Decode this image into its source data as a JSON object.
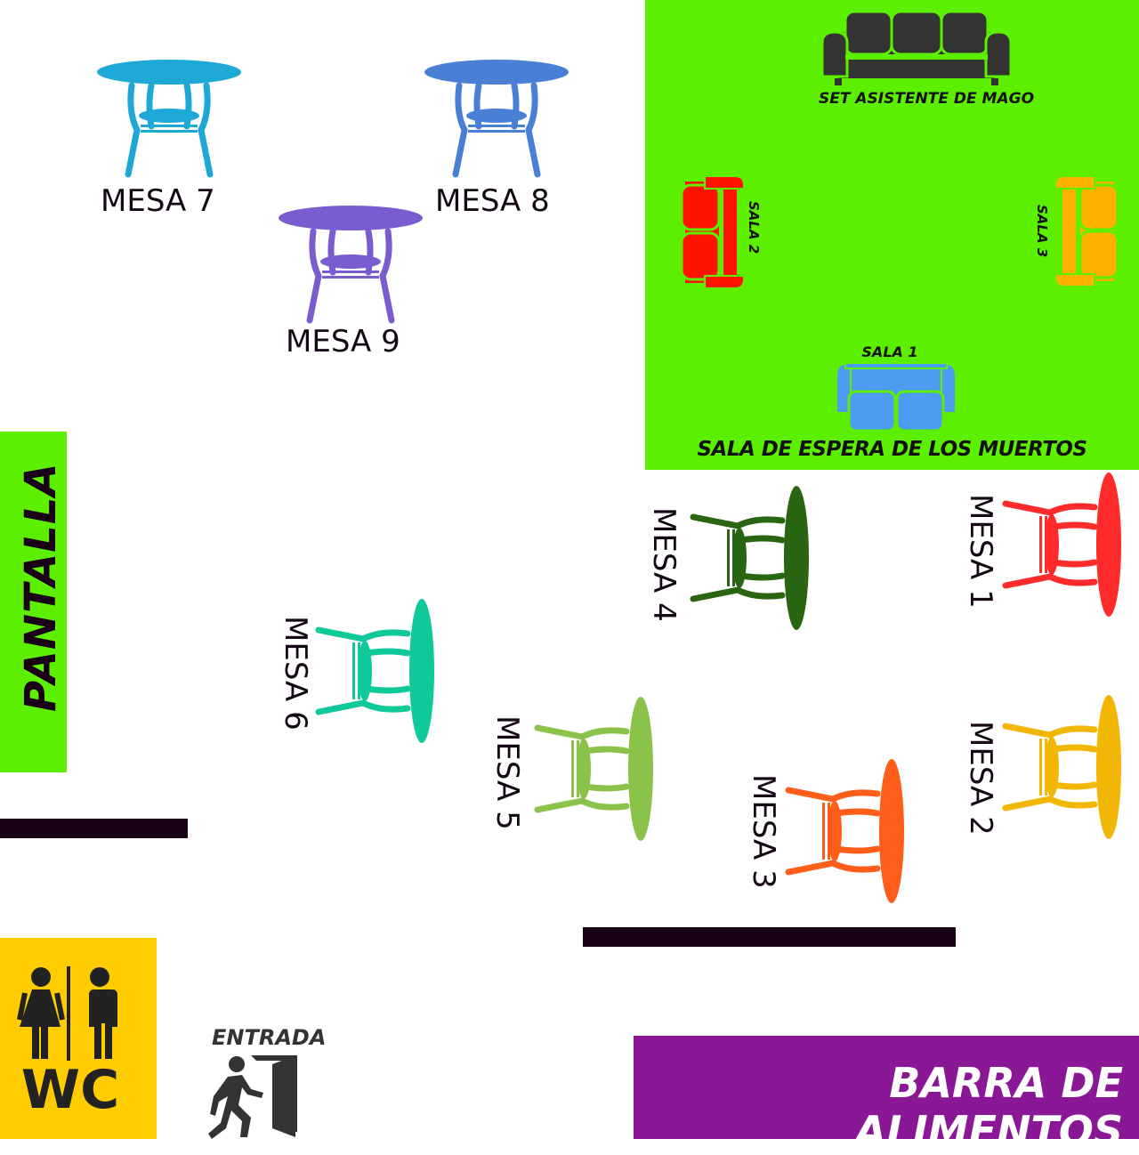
{
  "zones": {
    "waiting_room": {
      "label": "SALA DE ESPERA DE LOS MUERTOS",
      "color": "#5cf000"
    },
    "screen": {
      "label": "PANTALLA",
      "color": "#5cf000"
    },
    "restroom": {
      "label": "WC",
      "color": "#ffcc00"
    },
    "entrance": {
      "label": "ENTRADA"
    },
    "food_bar": {
      "label": "BARRA DE ALIMENTOS",
      "color": "#8a1896"
    }
  },
  "sofas": {
    "magician": {
      "label": "SET ASISTENTE DE MAGO",
      "color": "#333333"
    },
    "sala1": {
      "label": "SALA 1",
      "color": "#4d9cf2"
    },
    "sala2": {
      "label": "SALA 2",
      "color": "#ff1200"
    },
    "sala3": {
      "label": "SALA 3",
      "color": "#ffb300"
    }
  },
  "tables": [
    {
      "id": "mesa-1",
      "label": "MESA 1",
      "color": "#ff2b2b"
    },
    {
      "id": "mesa-2",
      "label": "MESA 2",
      "color": "#f2b705"
    },
    {
      "id": "mesa-3",
      "label": "MESA 3",
      "color": "#ff5e1a"
    },
    {
      "id": "mesa-4",
      "label": "MESA 4",
      "color": "#2a6612"
    },
    {
      "id": "mesa-5",
      "label": "MESA 5",
      "color": "#8bc34a"
    },
    {
      "id": "mesa-6",
      "label": "MESA 6",
      "color": "#10c99a"
    },
    {
      "id": "mesa-7",
      "label": "MESA 7",
      "color": "#1ea8d6"
    },
    {
      "id": "mesa-8",
      "label": "MESA 8",
      "color": "#4a7fd6"
    },
    {
      "id": "mesa-9",
      "label": "MESA 9",
      "color": "#7a5cd0"
    }
  ],
  "walls_color": "#1a0016"
}
